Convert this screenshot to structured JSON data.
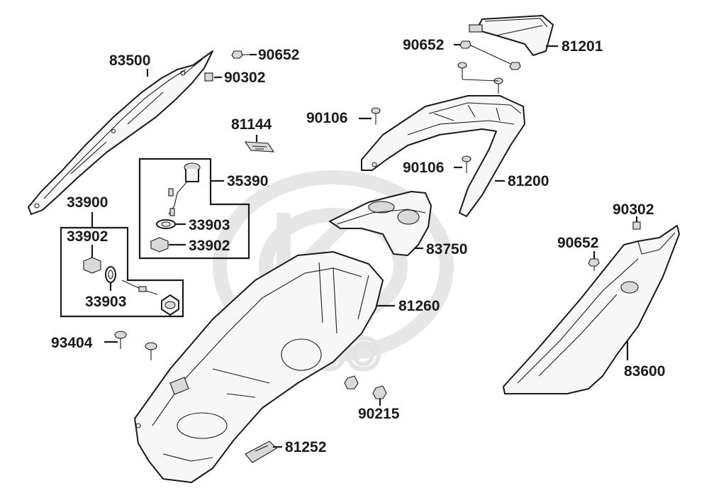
{
  "watermark": {
    "brand": "KYMCO"
  },
  "parts": [
    {
      "id": "83500",
      "label": "83500"
    },
    {
      "id": "90652_top",
      "label": "90652"
    },
    {
      "id": "90302_top",
      "label": "90302"
    },
    {
      "id": "81144",
      "label": "81144"
    },
    {
      "id": "35390",
      "label": "35390"
    },
    {
      "id": "33903_kit1",
      "label": "33903"
    },
    {
      "id": "33902_kit1",
      "label": "33902"
    },
    {
      "id": "33900",
      "label": "33900"
    },
    {
      "id": "33902_kit2",
      "label": "33902"
    },
    {
      "id": "33903_kit2",
      "label": "33903"
    },
    {
      "id": "93404",
      "label": "93404"
    },
    {
      "id": "90652_rack",
      "label": "90652"
    },
    {
      "id": "81201",
      "label": "81201"
    },
    {
      "id": "90106_a",
      "label": "90106"
    },
    {
      "id": "90106_b",
      "label": "90106"
    },
    {
      "id": "81200",
      "label": "81200"
    },
    {
      "id": "83750",
      "label": "83750"
    },
    {
      "id": "81260",
      "label": "81260"
    },
    {
      "id": "90215",
      "label": "90215"
    },
    {
      "id": "81252",
      "label": "81252"
    },
    {
      "id": "90302_right",
      "label": "90302"
    },
    {
      "id": "90652_right",
      "label": "90652"
    },
    {
      "id": "83600",
      "label": "83600"
    }
  ]
}
